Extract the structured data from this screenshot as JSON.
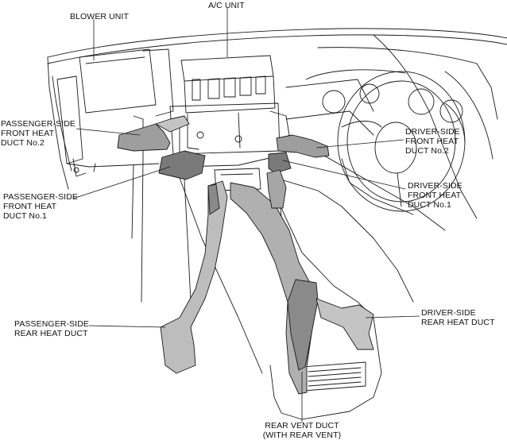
{
  "diagram": {
    "labels": {
      "blower_unit": "BLOWER UNIT",
      "ac_unit": "A/C UNIT",
      "passenger_front_no2": [
        "PASSENGER-SIDE",
        "FRONT HEAT",
        "DUCT No.2"
      ],
      "passenger_front_no1": [
        "PASSENGER-SIDE",
        "FRONT HEAT",
        "DUCT No.1"
      ],
      "driver_front_no2": [
        "DRIVER-SIDE",
        "FRONT HEAT",
        "DUCT No.2"
      ],
      "driver_front_no1": [
        "DRIVER-SIDE",
        "FRONT HEAT",
        "DUCT No.1"
      ],
      "passenger_rear": [
        "PASSENGER-SIDE",
        "REAR HEAT DUCT"
      ],
      "driver_rear": [
        "DRIVER-SIDE",
        "REAR HEAT DUCT"
      ],
      "rear_vent": [
        "REAR VENT DUCT",
        "(WITH REAR VENT)"
      ]
    },
    "colors": {
      "line": "#1a1a1a",
      "highlight_light": "#b3b3b3",
      "highlight_dark": "#7a7a7a",
      "background": "#ffffff"
    }
  }
}
